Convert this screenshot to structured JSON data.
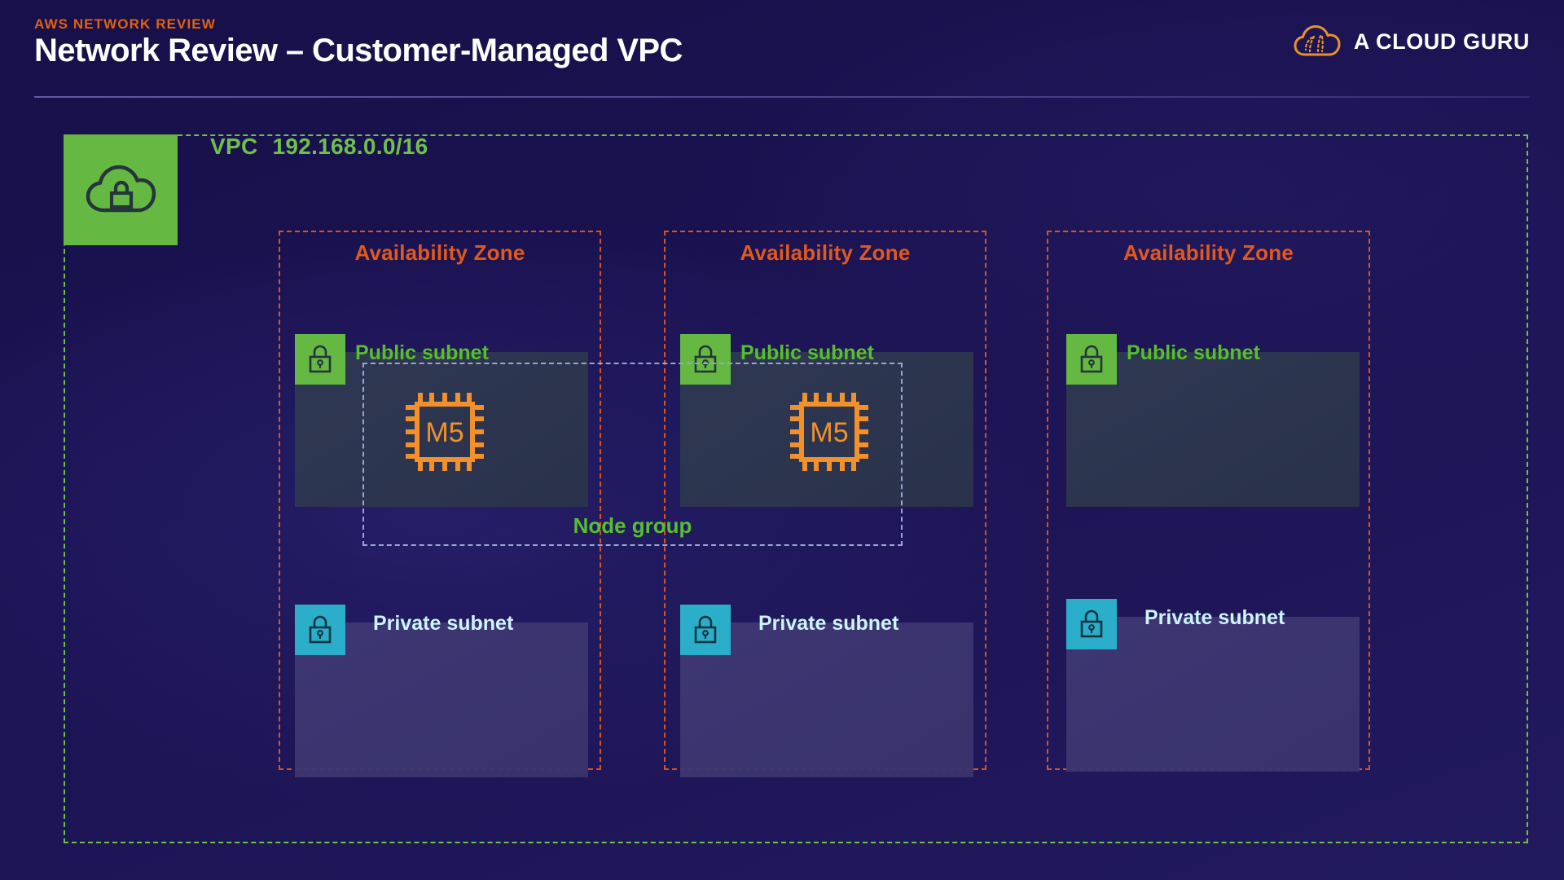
{
  "header": {
    "eyebrow": "AWS NETWORK REVIEW",
    "title": "Network Review – Customer-Managed VPC"
  },
  "brand": {
    "name": "A CLOUD GURU",
    "logo_icon": "cloud-outline-icon",
    "logo_color": "#e8912b"
  },
  "vpc": {
    "icon": "vpc-cloud-lock-icon",
    "label": "VPC",
    "cidr": "192.168.0.0/16",
    "border_color": "#6fc04a",
    "icon_bg": "#65b942"
  },
  "node_group": {
    "label": "Node group",
    "border_color": "#9ba5d4",
    "label_color": "#57bf2d"
  },
  "availability_zones": [
    {
      "title": "Availability Zone",
      "public_subnet": {
        "label": "Public subnet",
        "icon": "lock-icon",
        "icon_bg": "#65b942",
        "label_color": "#57bf2d"
      },
      "private_subnet": {
        "label": "Private subnet",
        "icon": "lock-icon",
        "icon_bg": "#2aaec9",
        "label_color": "#cdf3fb"
      },
      "instance": {
        "label": "M5",
        "icon": "chip-icon",
        "color": "#f2912b"
      }
    },
    {
      "title": "Availability Zone",
      "public_subnet": {
        "label": "Public subnet",
        "icon": "lock-icon",
        "icon_bg": "#65b942",
        "label_color": "#57bf2d"
      },
      "private_subnet": {
        "label": "Private subnet",
        "icon": "lock-icon",
        "icon_bg": "#2aaec9",
        "label_color": "#cdf3fb"
      },
      "instance": {
        "label": "M5",
        "icon": "chip-icon",
        "color": "#f2912b"
      }
    },
    {
      "title": "Availability Zone",
      "public_subnet": {
        "label": "Public subnet",
        "icon": "lock-icon",
        "icon_bg": "#65b942",
        "label_color": "#57bf2d"
      },
      "private_subnet": {
        "label": "Private subnet",
        "icon": "lock-icon",
        "icon_bg": "#2aaec9",
        "label_color": "#cdf3fb"
      },
      "instance": null
    }
  ],
  "colors": {
    "background": "#1b1352",
    "az_border": "#d9531e",
    "az_title": "#de5a1e",
    "accent_orange": "#e2620f",
    "green": "#6fc04a",
    "teal": "#2aaec9",
    "white": "#ffffff"
  }
}
